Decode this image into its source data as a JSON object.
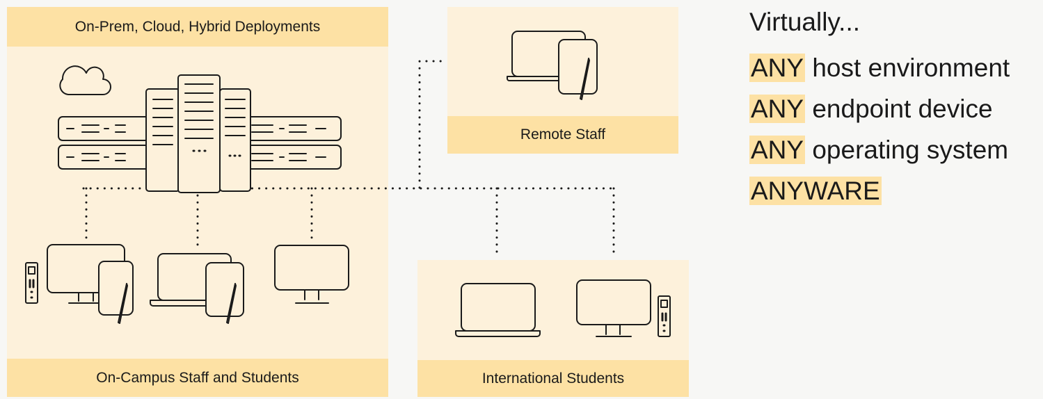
{
  "panels": {
    "datacenter": {
      "header": "On-Prem, Cloud, Hybrid Deployments",
      "footer": "On-Campus Staff and Students"
    },
    "remote": {
      "footer": "Remote Staff"
    },
    "international": {
      "footer": "International Students"
    }
  },
  "tagline": {
    "intro": "Virtually...",
    "lines": [
      {
        "highlight": "ANY",
        "rest": " host environment"
      },
      {
        "highlight": "ANY",
        "rest": " endpoint device"
      },
      {
        "highlight": "ANY",
        "rest": " operating system"
      },
      {
        "highlight": "ANYWARE",
        "rest": ""
      }
    ]
  },
  "icons": {
    "cloud": "cloud-icon",
    "servers": "server-rack-icon",
    "desktop": "desktop-monitor-icon",
    "tablet": "tablet-pen-icon",
    "laptop": "laptop-icon",
    "tower": "pc-tower-icon"
  },
  "colors": {
    "panel": "#fdf1db",
    "band": "#fde1a4",
    "highlight": "#fde1a4",
    "line": "#1a1a1a",
    "background": "#f7f7f5"
  }
}
